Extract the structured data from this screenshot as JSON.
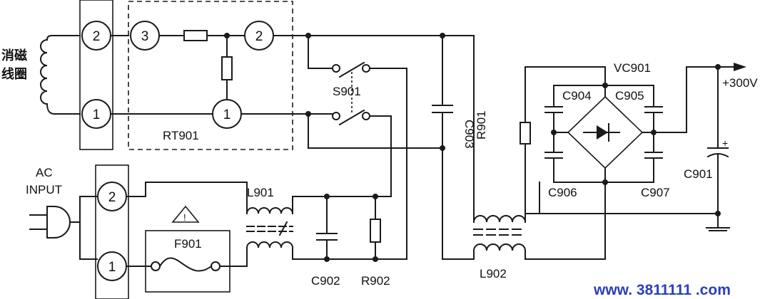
{
  "labels": {
    "degauss_coil": [
      "消磁",
      "线圈"
    ],
    "ac_input": [
      "AC",
      "INPUT"
    ],
    "rt901": "RT901",
    "s901": "S901",
    "c903": "C903",
    "r901": "R901",
    "vc901": "VC901",
    "c904": "C904",
    "c905": "C905",
    "c906": "C906",
    "c907": "C907",
    "c901": "C901",
    "l901": "L901",
    "l902": "L902",
    "f901": "F901",
    "c902": "C902",
    "r902": "R902",
    "v300": "+300V",
    "warning": "!"
  },
  "pins": {
    "top_conn_upper": "2",
    "top_conn_lower": "1",
    "rt_pin3": "3",
    "rt_pin2": "2",
    "rt_pin1": "1",
    "ac_conn_upper": "2",
    "ac_conn_lower": "1"
  },
  "watermark": "www. 3811111 .com"
}
